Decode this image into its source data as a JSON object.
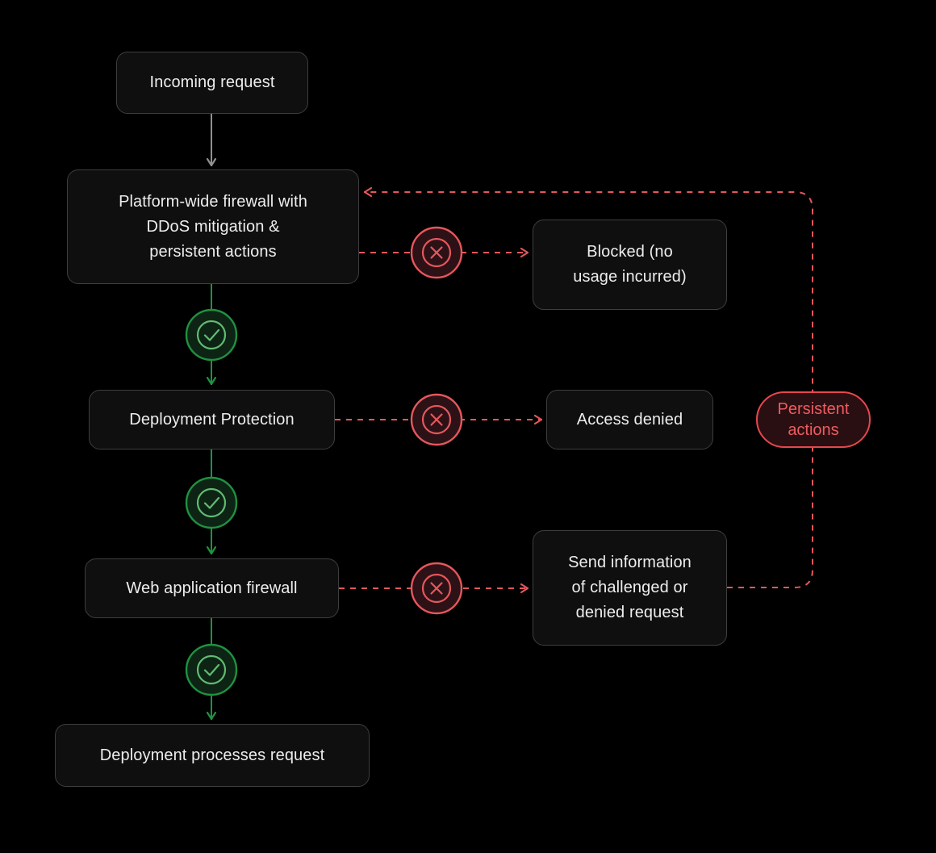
{
  "diagram": {
    "background": "#000000",
    "colors": {
      "node_bg": "#0f0f0f",
      "node_border": "#3e3e3e",
      "node_text": "#ededed",
      "gray_line": "#909090",
      "green_line": "#1f9240",
      "green_inner": "#62bb72",
      "green_fill": "#0d2415",
      "red_line": "#e5575c",
      "red_fill": "#2c1216",
      "pill_bg": "#2a0f12",
      "pill_border": "#e5484d",
      "pill_text": "#ef5b60"
    },
    "nodes": {
      "incoming": {
        "label": "Incoming request"
      },
      "firewall": {
        "label": "Platform-wide firewall with\nDDoS mitigation &\npersistent actions"
      },
      "blocked": {
        "label": "Blocked (no\nusage incurred)"
      },
      "deployment_protection": {
        "label": "Deployment Protection"
      },
      "access_denied": {
        "label": "Access denied"
      },
      "waf": {
        "label": "Web application firewall"
      },
      "send_info": {
        "label": "Send information\nof challenged or\ndenied request"
      },
      "processes": {
        "label": "Deployment processes request"
      },
      "persistent_actions": {
        "label": "Persistent\nactions"
      }
    },
    "edges": [
      {
        "from": "incoming",
        "to": "firewall",
        "type": "solid-gray"
      },
      {
        "from": "firewall",
        "to": "blocked",
        "type": "dashed-red",
        "icon": "x-circle"
      },
      {
        "from": "firewall",
        "to": "deployment_protection",
        "type": "solid-green",
        "icon": "check-circle"
      },
      {
        "from": "deployment_protection",
        "to": "access_denied",
        "type": "dashed-red",
        "icon": "x-circle"
      },
      {
        "from": "deployment_protection",
        "to": "waf",
        "type": "solid-green",
        "icon": "check-circle"
      },
      {
        "from": "waf",
        "to": "send_info",
        "type": "dashed-red",
        "icon": "x-circle"
      },
      {
        "from": "waf",
        "to": "processes",
        "type": "solid-green",
        "icon": "check-circle"
      },
      {
        "from": "send_info",
        "to": "firewall",
        "type": "dashed-red-loop",
        "via": "persistent_actions"
      }
    ]
  }
}
